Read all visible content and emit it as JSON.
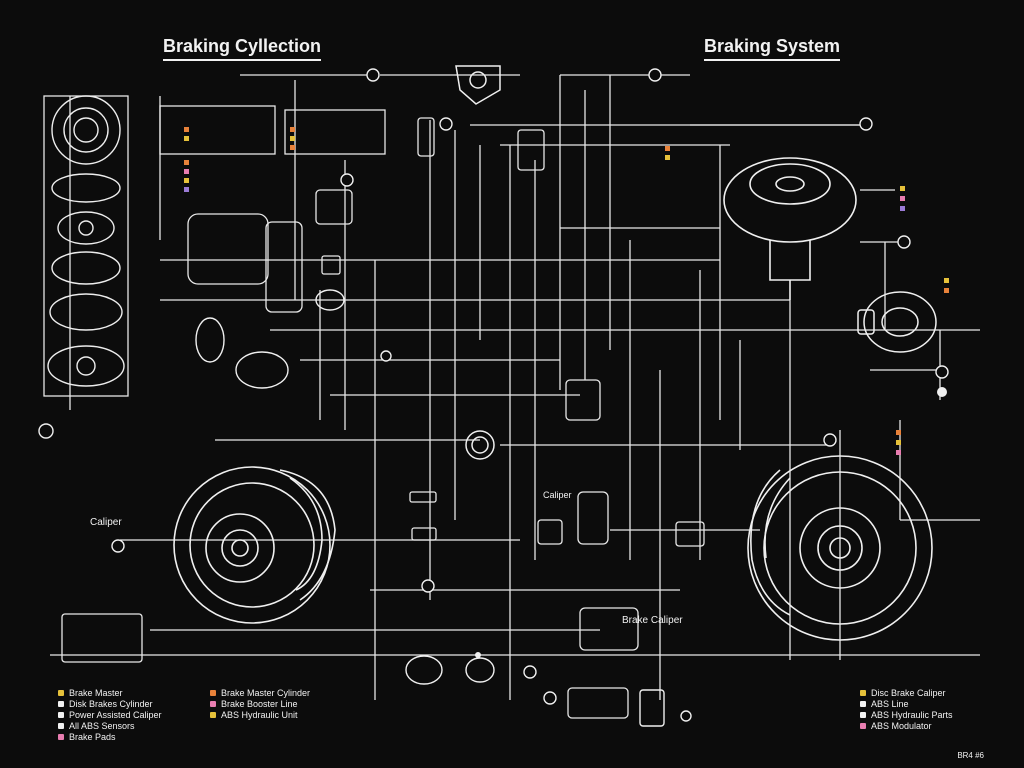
{
  "title_left": "Braking Cyllection",
  "title_right": "Braking System",
  "labels": {
    "caliper_left": "Caliper",
    "brake_caliper": "Brake Caliper",
    "caliper_mid": "Caliper",
    "corner_code": "BR4 #6"
  },
  "legend_left": {
    "items": [
      {
        "text": "Brake Master",
        "color": "#e6c13a"
      },
      {
        "text": "Disk Brakes Cylinder",
        "color": "#f2f2f2"
      },
      {
        "text": "Power Assisted Caliper",
        "color": "#f2f2f2"
      },
      {
        "text": "All ABS Sensors",
        "color": "#f2f2f2"
      },
      {
        "text": "Brake Pads",
        "color": "#e87db0"
      }
    ]
  },
  "legend_mid": {
    "items": [
      {
        "text": "Brake Master Cylinder",
        "color": "#e8823a"
      },
      {
        "text": "Brake Booster Line",
        "color": "#e87db0"
      },
      {
        "text": "ABS Hydraulic Unit",
        "color": "#e6c13a"
      }
    ]
  },
  "legend_right": {
    "items": [
      {
        "text": "Disc Brake Caliper",
        "color": "#e6c13a"
      },
      {
        "text": "ABS Line",
        "color": "#f2f2f2"
      },
      {
        "text": "ABS Hydraulic Parts",
        "color": "#f2f2f2"
      },
      {
        "text": "ABS Modulator",
        "color": "#e87db0"
      }
    ]
  }
}
